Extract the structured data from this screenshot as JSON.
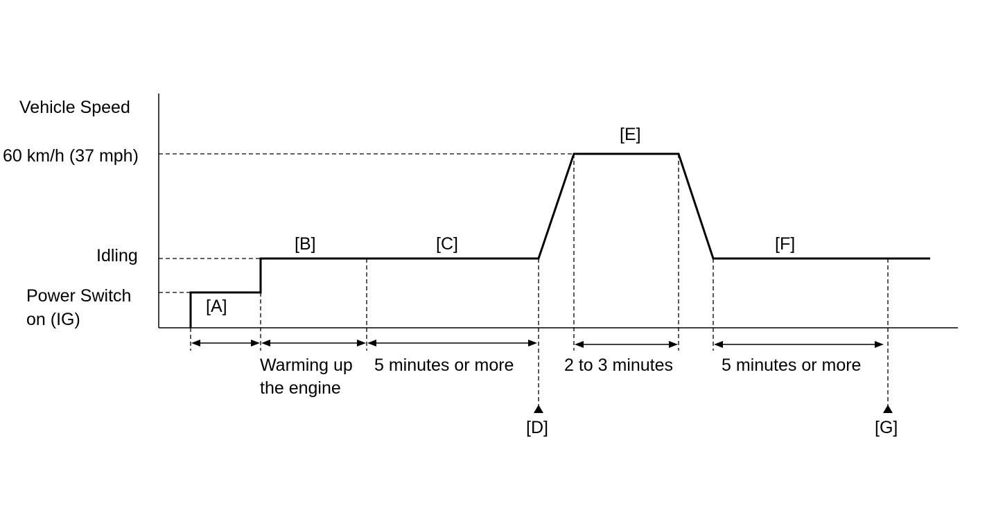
{
  "y_axis": {
    "title": "Vehicle Speed",
    "levels": {
      "speed": "60 km/h (37 mph)",
      "idling": "Idling",
      "power_switch_line1": "Power Switch",
      "power_switch_line2": "on (IG)"
    }
  },
  "segments": {
    "a": "[A]",
    "b": "[B]",
    "c": "[C]",
    "e": "[E]",
    "f": "[F]"
  },
  "durations": {
    "b_line1": "Warming up",
    "b_line2": "the engine",
    "c": "5 minutes or more",
    "e": "2 to 3 minutes",
    "f": "5 minutes or more"
  },
  "markers": {
    "d": "[D]",
    "g": "[G]"
  }
}
